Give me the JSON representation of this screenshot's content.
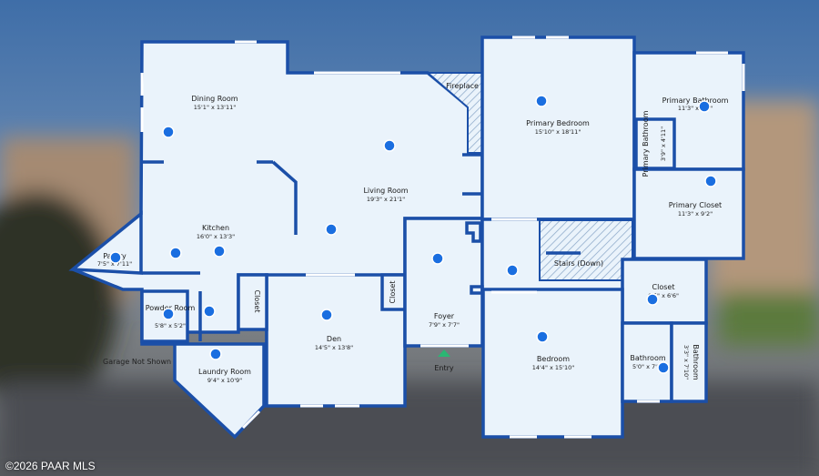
{
  "rooms": {
    "dining": {
      "name": "Dining Room",
      "dims": "15'1\" x 13'11\""
    },
    "living": {
      "name": "Living Room",
      "dims": "19'3\" x 21'1\""
    },
    "fireplace": {
      "name": "Fireplace"
    },
    "kitchen": {
      "name": "Kitchen",
      "dims": "16'0\" x 13'3\""
    },
    "pantry": {
      "name": "Pantry",
      "dims": "7'5\" x 7'11\""
    },
    "powder": {
      "name": "Powder Room",
      "dims": "5'8\" x 5'2\""
    },
    "closet_a": {
      "name": "Closet"
    },
    "den": {
      "name": "Den",
      "dims": "14'5\" x 13'8\""
    },
    "closet_b": {
      "name": "Closet"
    },
    "laundry": {
      "name": "Laundry Room",
      "dims": "9'4\" x 10'9\""
    },
    "foyer": {
      "name": "Foyer",
      "dims": "7'9\" x 7'7\""
    },
    "primary_bed": {
      "name": "Primary Bedroom",
      "dims": "15'10\" x 18'11\""
    },
    "primary_bath": {
      "name": "Primary Bathroom",
      "dims": "11'3\" x 8'1\""
    },
    "primary_bath_small": {
      "name": "Primary Bathroom",
      "dims": "3'9\" x 4'11\""
    },
    "primary_closet": {
      "name": "Primary Closet",
      "dims": "11'3\" x 9'2\""
    },
    "stairs": {
      "name": "Stairs (Down)"
    },
    "closet_c": {
      "name": "Closet",
      "dims": "6'5\" x 6'6\""
    },
    "bedroom": {
      "name": "Bedroom",
      "dims": "14'4\" x 15'10\""
    },
    "bathroom": {
      "name": "Bathroom",
      "dims": "5'0\" x 7'1\""
    },
    "bathroom_v": {
      "name": "Bathroom",
      "dims": "3'3\" x 7'10\""
    }
  },
  "labels": {
    "entry": "Entry",
    "garage": "Garage Not Shown",
    "copyright": "©2026 PAAR MLS"
  },
  "colors": {
    "wall": "#1b4fa8",
    "floor": "#eaf3fb",
    "marker": "#1a6ee0",
    "entry_marker": "#2bb673"
  }
}
